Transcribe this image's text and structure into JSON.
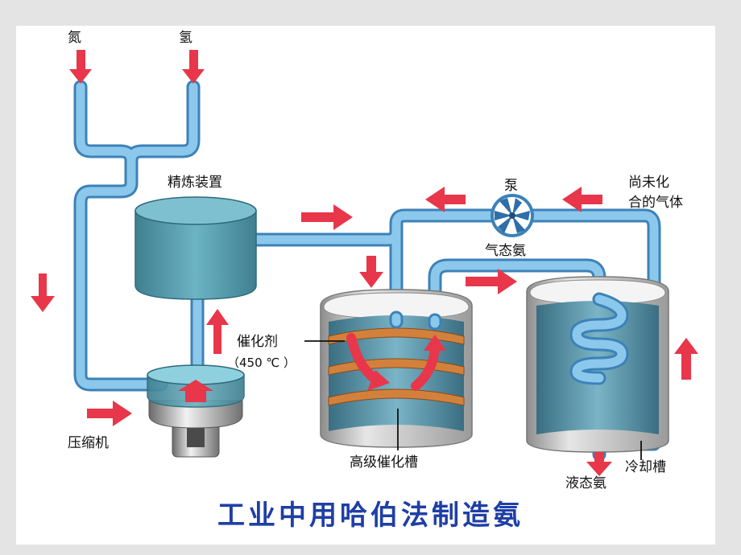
{
  "diagram": {
    "title": "工业中用哈伯法制造氨",
    "inputs": [
      "氮",
      "氢"
    ],
    "labels": {
      "purifier": "精炼装置",
      "compressor": "压缩机",
      "pump": "泵",
      "unreacted_gas": [
        "尚未化",
        "合的气体"
      ],
      "ammonia_gas": "气态氨",
      "catalyst": "催化剂",
      "catalyst_temp": "（450 ℃ ）",
      "reactor": "高级催化槽",
      "cooler": "冷却槽",
      "liquid_ammonia": "液态氨"
    },
    "colors": {
      "pipe": "#8cc8ec",
      "pipe_edge": "#3c82b8",
      "tank": "#5a9fb0",
      "arrow": "#e8364a",
      "catalyst_layer": "#d2813c",
      "title": "#1f3fa6",
      "vessel_wall": "#b8b8b8"
    }
  }
}
